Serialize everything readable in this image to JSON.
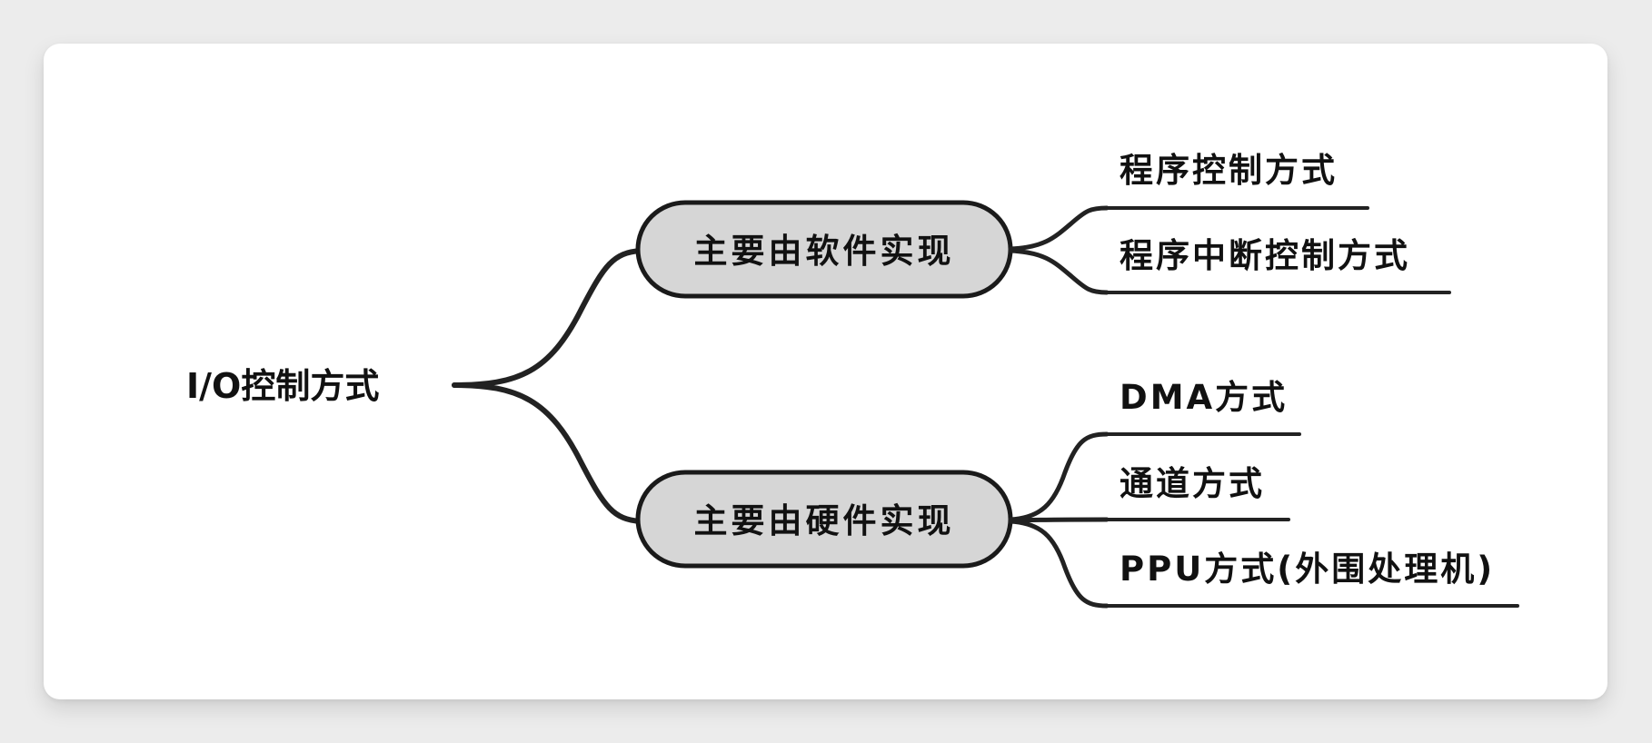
{
  "diagram": {
    "root": {
      "label": "I/O控制方式"
    },
    "branches": [
      {
        "label": "主要由软件实现",
        "children": [
          {
            "label": "程序控制方式"
          },
          {
            "label": "程序中断控制方式"
          }
        ]
      },
      {
        "label": "主要由硬件实现",
        "children": [
          {
            "label": "DMA方式"
          },
          {
            "label": "通道方式"
          },
          {
            "label": "PPU方式(外围处理机)"
          }
        ]
      }
    ]
  }
}
